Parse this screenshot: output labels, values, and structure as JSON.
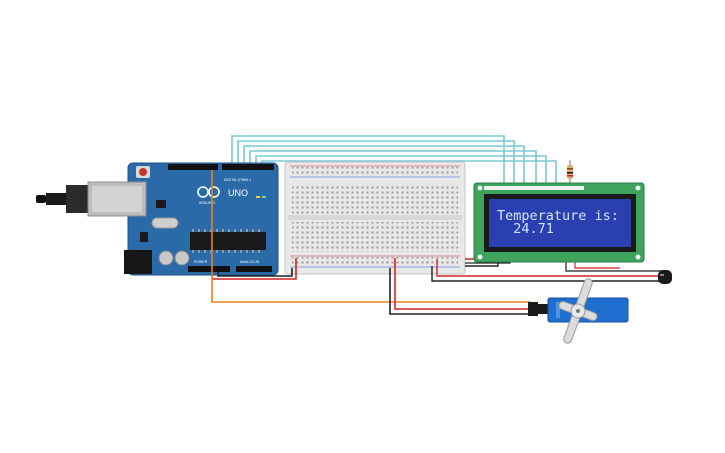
{
  "arduino": {
    "model_label": "UNO",
    "brand_label": "ARDUINO",
    "digital_label": "DIGITAL (PWM~)",
    "power_label": "POWER",
    "analog_label": "ANALOG IN"
  },
  "lcd": {
    "line1": "Temperature is:",
    "line2": "  24.71"
  },
  "colors": {
    "board": "#2a6aa8",
    "lcd_pcb": "#3da35d",
    "lcd_screen": "#2a3fb0",
    "wire_teal": "#7cc9d3",
    "wire_red": "#d42424",
    "wire_black": "#222222",
    "wire_orange": "#e8821e",
    "servo": "#1f6fd1"
  },
  "icons": {
    "usb": "usb-connector-icon",
    "sensor": "temperature-sensor-icon",
    "servo": "servo-motor-icon"
  }
}
